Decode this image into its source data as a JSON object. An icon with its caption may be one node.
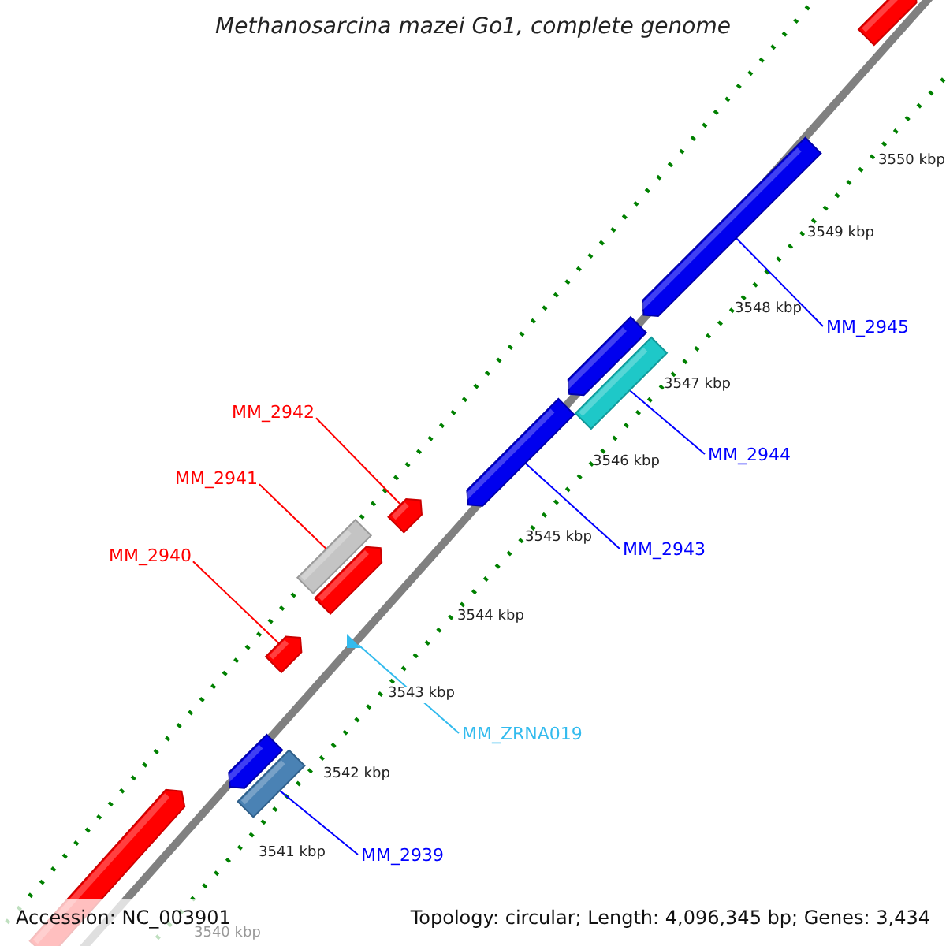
{
  "diagram": {
    "title": "Methanosarcina mazei Go1, complete genome",
    "nodes": [
      {
        "text": [
          "MM_2945"
        ]
      },
      {
        "text": [],
        "shape": "bar"
      },
      {
        "text": [
          "MM_2942"
        ]
      },
      {
        "text": [],
        "shape": "bar"
      },
      {
        "text": [
          "MM_2944"
        ]
      },
      {
        "text": [],
        "shape": "bar"
      },
      {
        "text": [
          "MM_2941"
        ]
      },
      {
        "text": [],
        "shape": "bar"
      },
      {
        "text": [
          "MM_2943"
        ]
      },
      {
        "text": [],
        "shape": "bar"
      },
      {
        "text": [
          "MM_2940"
        ]
      },
      {
        "text": [],
        "shape": "bar"
      },
      {
        "text": [
          "MM_ZRNA019"
        ]
      },
      {
        "text": [],
        "shape": "triangle"
      },
      {
        "text": [
          "MM_2939"
        ]
      },
      {
        "text": [],
        "shape": "bar"
      },
      {
        "text": [],
        "shape": "bar"
      },
      {
        "text": [],
        "shape": "bar"
      },
      {
        "text": [],
        "shape": "bar"
      },
      {
        "text": [],
        "shape": "bar"
      },
      {
        "text": [],
        "shape": "bar"
      }
    ],
    "edges": [
      {
        "from": 0,
        "to": 1,
        "arrow": "none"
      },
      {
        "from": 2,
        "to": 3,
        "arrow": "none",
        "color": "#ff0000"
      },
      {
        "from": 4,
        "to": 5,
        "arrow": "none"
      },
      {
        "from": 6,
        "to": 7,
        "arrow": "none",
        "color": "#ff0000"
      },
      {
        "from": 8,
        "to": 9,
        "arrow": "none"
      },
      {
        "from": 10,
        "to": 11,
        "arrow": "none",
        "color": "#ff0000"
      },
      {
        "from": 12,
        "to": 13,
        "arrow": "none",
        "color": "#33bbee"
      },
      {
        "from": 14,
        "to": 15,
        "arrow": "none"
      }
    ],
    "labels": [
      "3550 kbp",
      "3549 kbp",
      "3548 kbp",
      "3547 kbp",
      "3546 kbp",
      "3545 kbp",
      "3544 kbp",
      "3543 kbp",
      "3542 kbp",
      "3541 kbp",
      "3540 kbp",
      "Accession: NC_003901",
      "Topology: circular; Length: 4,096,345 bp; Genes: 3,434"
    ]
  }
}
